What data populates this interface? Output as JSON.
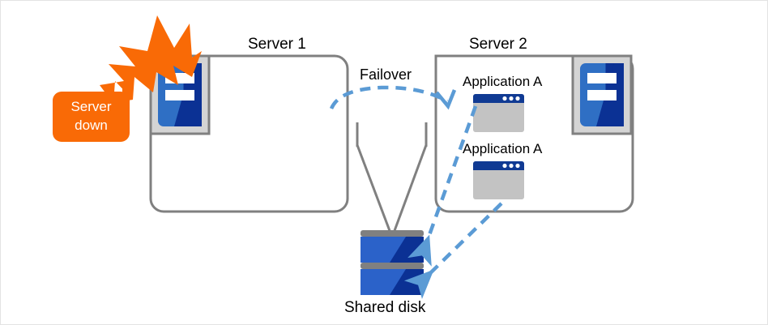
{
  "diagram": {
    "title_server1": "Server 1",
    "title_server2": "Server 2",
    "failover_label": "Failover",
    "shared_disk_label": "Shared disk",
    "alert": {
      "line1": "Server",
      "line2": "down",
      "icon": "burst-icon"
    },
    "server1": {
      "name": "Server 1",
      "rack_icon": "server-rack-icon",
      "applications": []
    },
    "server2": {
      "name": "Server 2",
      "rack_icon": "server-rack-icon",
      "applications": [
        {
          "label": "Application A",
          "icon": "app-window-icon"
        },
        {
          "label": "Application A",
          "icon": "app-window-icon"
        }
      ]
    },
    "storage": {
      "label": "Shared disk",
      "icon": "disk-stack-icon",
      "platters": 2
    },
    "connections": [
      {
        "from": "Server 1",
        "to": "Shared disk",
        "style": "solid"
      },
      {
        "from": "Server 2",
        "to": "Shared disk",
        "style": "solid"
      },
      {
        "from": "Server 1",
        "to": "Server 2",
        "style": "dashed",
        "label": "Failover"
      },
      {
        "from": "Application A",
        "to": "Shared disk",
        "style": "dashed"
      },
      {
        "from": "Application A",
        "to": "Shared disk",
        "style": "dashed"
      }
    ],
    "colors": {
      "outline": "#808080",
      "accent_blue": "#2f6fc4",
      "dark_blue": "#0b3194",
      "mid_blue": "#2b62c9",
      "alert_orange": "#f96a06",
      "arrow_blue": "#5b9bd5",
      "gray_fill": "#c3c3c3",
      "rack_bezel": "#d4d4d4",
      "page_border": "#e3e3e3",
      "text": "#000000"
    }
  }
}
